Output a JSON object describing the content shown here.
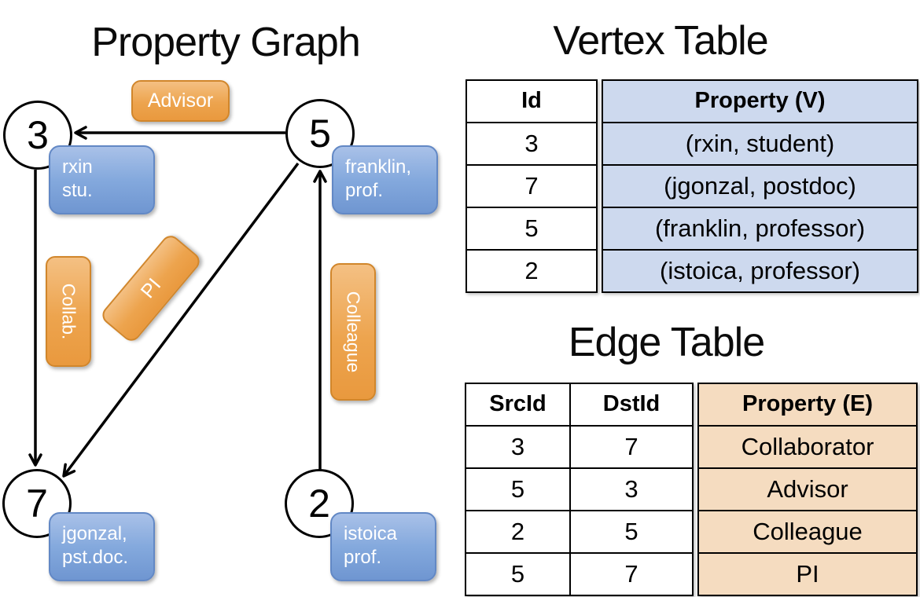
{
  "colors": {
    "edge_label_orange": "#ECA24C",
    "edge_label_border": "#D1862B",
    "vertex_label_blue": "#7DA3DA",
    "vertex_label_border": "#6288C5",
    "vertex_table_cell_blue": "#CDD9EE",
    "edge_table_cell_orange": "#F5DCC0",
    "line_color": "#000000"
  },
  "graph": {
    "title": "Property Graph",
    "nodes": [
      {
        "id": "3",
        "property": [
          "rxin",
          "stu."
        ]
      },
      {
        "id": "5",
        "property": [
          "franklin,",
          "prof."
        ]
      },
      {
        "id": "7",
        "property": [
          "jgonzal,",
          "pst.doc."
        ]
      },
      {
        "id": "2",
        "property": [
          "istoica",
          "prof."
        ]
      }
    ],
    "edges": [
      {
        "label": "Advisor",
        "from": "5",
        "to": "3"
      },
      {
        "label": "Collab.",
        "from": "3",
        "to": "7"
      },
      {
        "label": "PI",
        "from": "5",
        "to": "7"
      },
      {
        "label": "Colleague",
        "from": "2",
        "to": "5"
      }
    ]
  },
  "vertex_table": {
    "title": "Vertex Table",
    "columns": [
      "Id",
      "Property (V)"
    ],
    "rows": [
      [
        "3",
        "(rxin, student)"
      ],
      [
        "7",
        "(jgonzal, postdoc)"
      ],
      [
        "5",
        "(franklin, professor)"
      ],
      [
        "2",
        "(istoica, professor)"
      ]
    ]
  },
  "edge_table": {
    "title": "Edge Table",
    "columns": [
      "SrcId",
      "DstId",
      "Property (E)"
    ],
    "rows": [
      [
        "3",
        "7",
        "Collaborator"
      ],
      [
        "5",
        "3",
        "Advisor"
      ],
      [
        "2",
        "5",
        "Colleague"
      ],
      [
        "5",
        "7",
        "PI"
      ]
    ]
  }
}
